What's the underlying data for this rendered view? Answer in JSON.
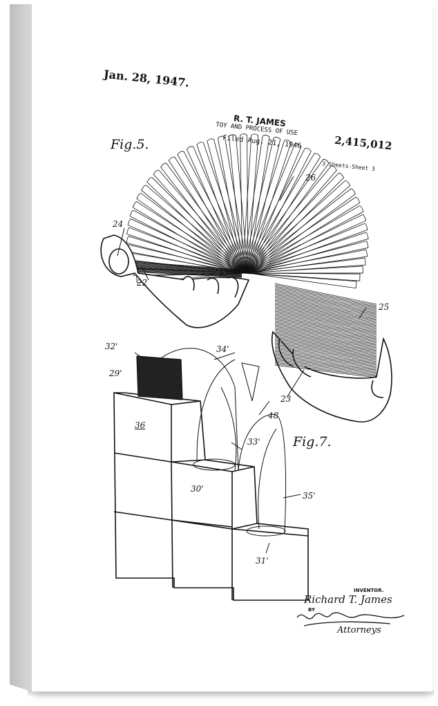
{
  "patent": {
    "date": "Jan. 28, 1947.",
    "inventor_header": "R. T. JAMES",
    "title": "TOY AND PROCESS OF USE",
    "filed": "Filed Aug. 21, 1946",
    "patent_number": "2,415,012",
    "sheet": "3 Sheets-Sheet 3"
  },
  "figures": {
    "fig5": "Fig.5.",
    "fig7": "Fig.7."
  },
  "reference_labels": {
    "l24": "24",
    "l22": "22",
    "l26": "26",
    "l25": "25",
    "l23": "23",
    "l32": "32'",
    "l34": "34'",
    "l29": "29'",
    "l36": "36",
    "l48": "48",
    "l33": "33'",
    "l30": "30'",
    "l35": "35'",
    "l31": "31'"
  },
  "signature_block": {
    "inventor_label": "INVENTOR.",
    "inventor_name": "Richard T. James",
    "by": "BY",
    "attorneys": "Attorneys"
  },
  "colors": {
    "ink": "#111111",
    "paper": "#ffffff",
    "canvas_edge": "#c8c8c8"
  }
}
